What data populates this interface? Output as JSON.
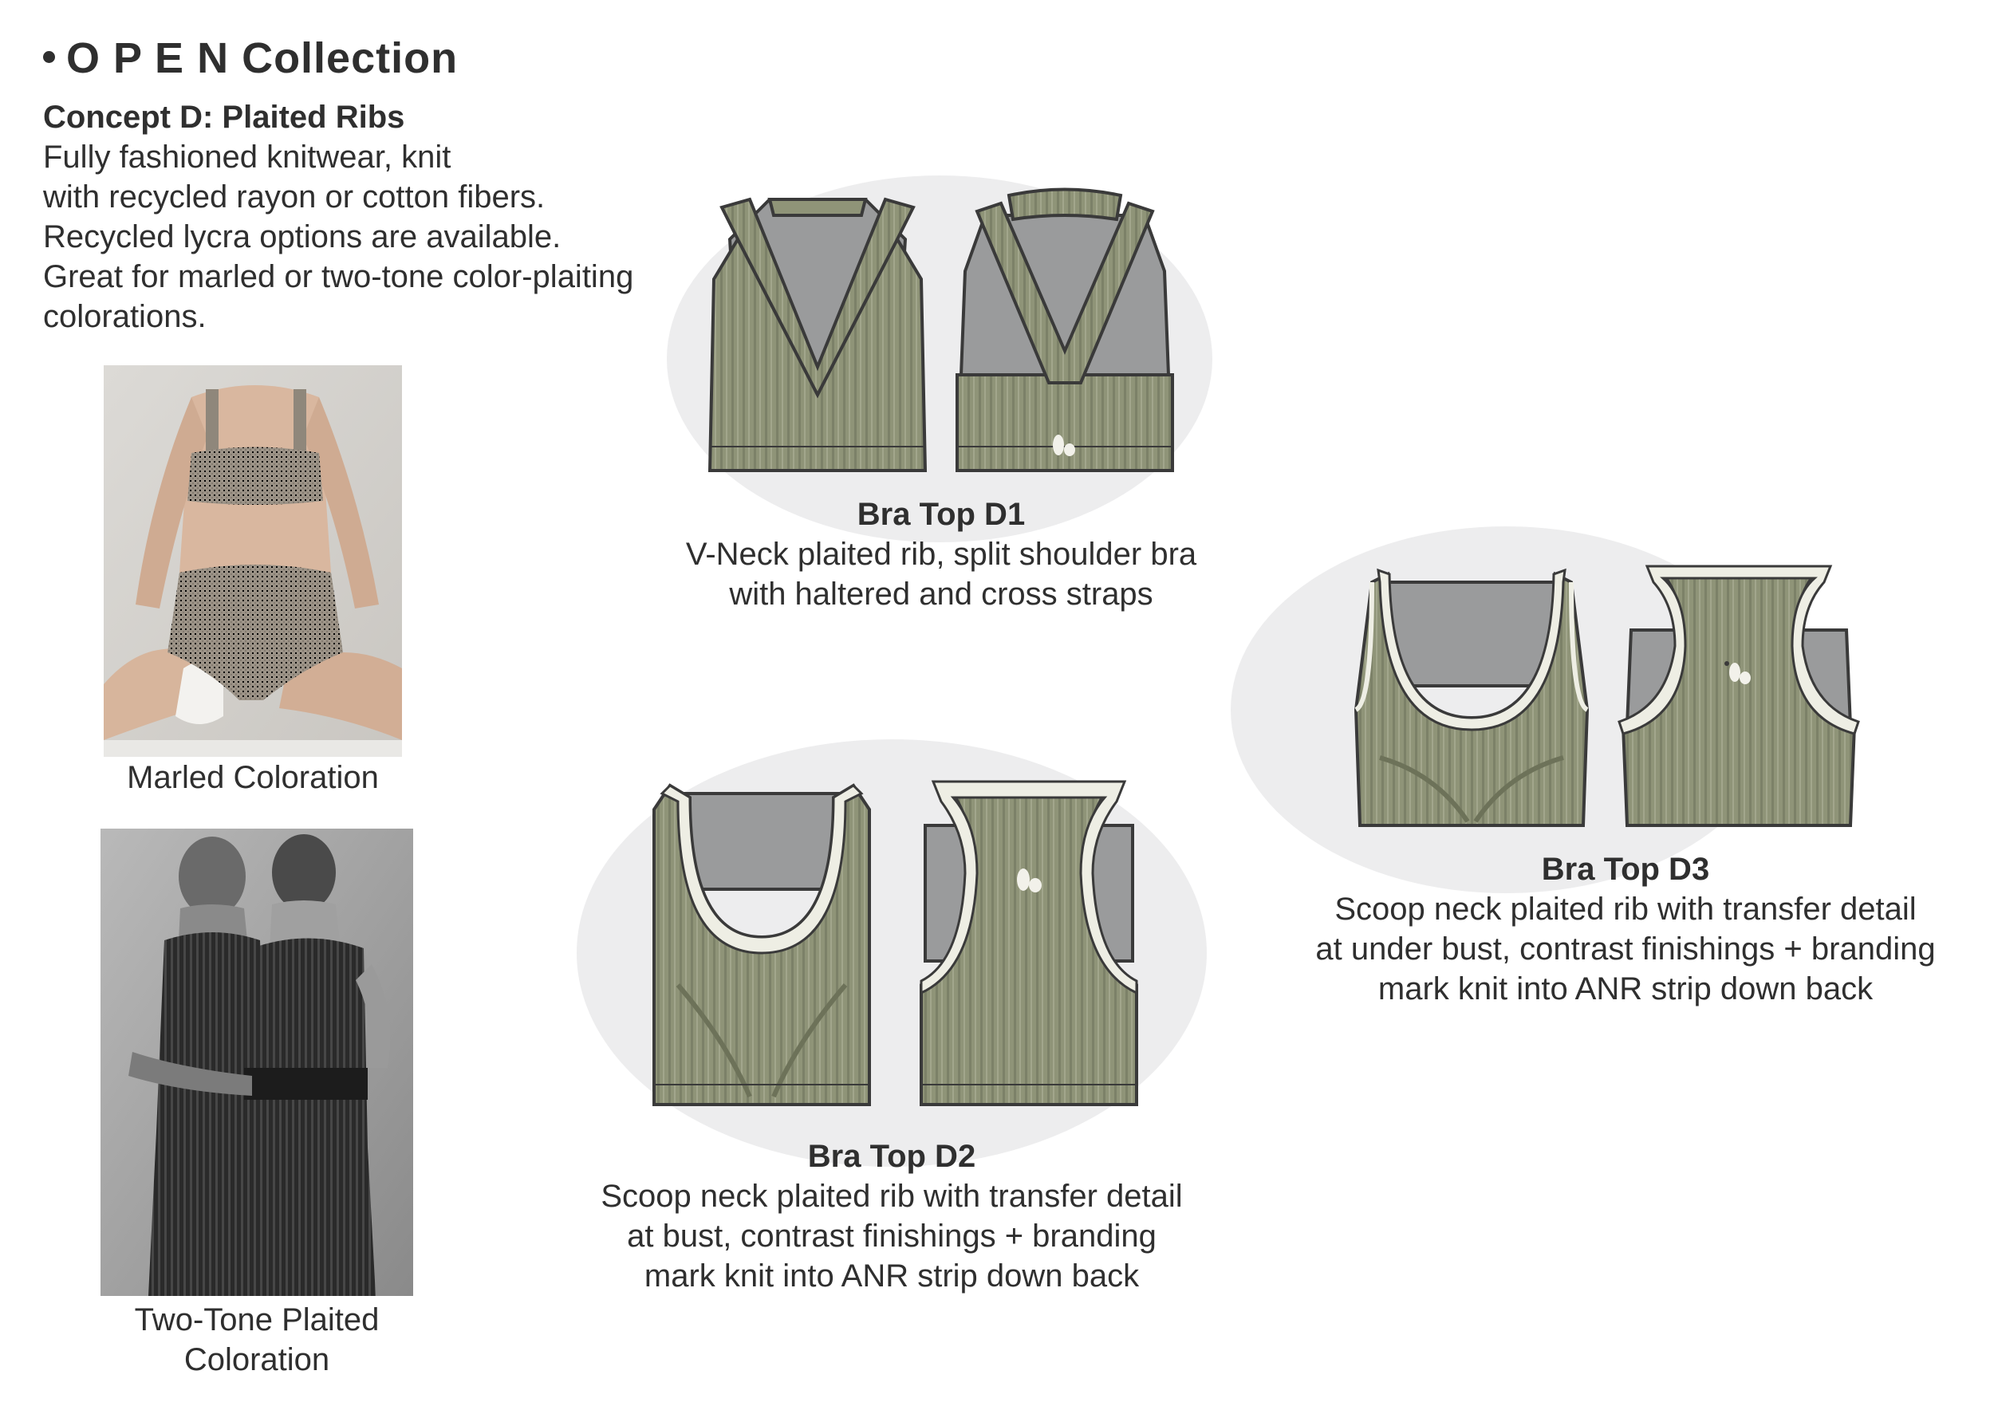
{
  "header": {
    "brand": "O P E N Collection",
    "concept": "Concept D: Plaited Ribs",
    "description_lines": [
      "Fully fashioned knitwear, knit",
      "with recycled rayon or cotton fibers.",
      "Recycled lycra options are available.",
      "Great for marled or two-tone color-plaiting",
      "colorations."
    ]
  },
  "references": [
    {
      "caption": "Marled Coloration"
    },
    {
      "caption_lines": [
        "Two-Tone Plaited",
        "Coloration"
      ]
    }
  ],
  "products": [
    {
      "title": "Bra Top D1",
      "desc_lines": [
        "V-Neck plaited rib, split shoulder bra",
        "with haltered and cross straps"
      ]
    },
    {
      "title": "Bra Top D2",
      "desc_lines": [
        "Scoop neck plaited rib with transfer detail",
        "at bust, contrast finishings + branding",
        "mark knit into ANR strip down back"
      ]
    },
    {
      "title": "Bra Top D3",
      "desc_lines": [
        "Scoop neck plaited rib with transfer detail",
        "at under bust, contrast finishings + branding",
        "mark knit into ANR strip down back"
      ]
    }
  ],
  "colors": {
    "garment": "#8f9478",
    "rib": "#7c8168",
    "lining": "#9a9b9c",
    "trim": "#eeeee4",
    "outline": "#3a3a3a",
    "backdrop": "#ededee"
  }
}
